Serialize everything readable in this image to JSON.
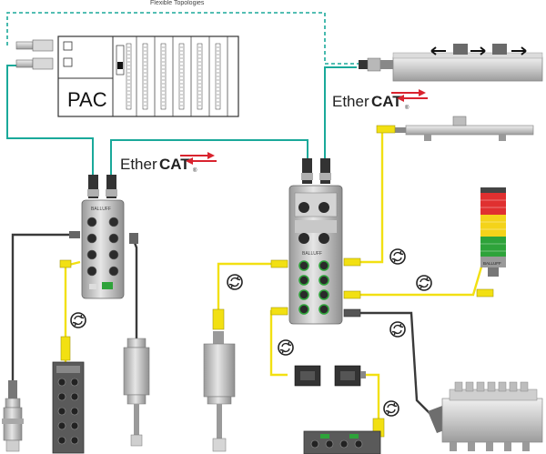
{
  "diagram": {
    "top_caption": "Flexible Topologies",
    "pac_label": "PAC",
    "ethercat": [
      {
        "ether": "Ether",
        "cat": "CAT",
        "reg": "®"
      },
      {
        "ether": "Ether",
        "cat": "CAT",
        "reg": "®"
      }
    ],
    "module_brand": "BALLUFF",
    "stacklight_brand": "BALLUFF",
    "node_symbol": "↻",
    "colors": {
      "ethernet_cable": "#1aa99a",
      "io_link_cable": "#f2e012",
      "standard_cable": "#444444",
      "device_metal": "#b9b9b9",
      "ethercat_red": "#d9232e",
      "status_green": "#2ea33a",
      "status_yellow": "#f4d31a",
      "status_red": "#e03030"
    }
  }
}
